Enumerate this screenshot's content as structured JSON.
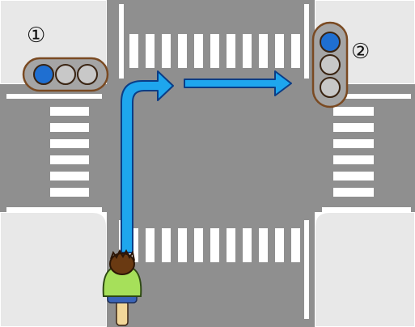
{
  "labels": {
    "signal_1": "①",
    "signal_2": "②"
  },
  "colors": {
    "road": "#8f8f8f",
    "sidewalk": "#e8e8e8",
    "crosswalk": "#ffffff",
    "signal_housing": "#a5a5a5",
    "signal_rim": "#7a4a22",
    "lamp_off": "#c8c8c8",
    "lamp_blue": "#1f6fd1",
    "arrow": "#1ea6ee",
    "arrow_outline": "#0b3d86",
    "cyclist_shirt": "#a6e05a",
    "cyclist_hair": "#6a3a12"
  },
  "icons": [
    "traffic-signal-icon",
    "route-arrow-icon",
    "cyclist-icon"
  ],
  "signals": [
    {
      "id": "1",
      "orientation": "horizontal",
      "lit_lamp": 1,
      "lit_color": "blue"
    },
    {
      "id": "2",
      "orientation": "vertical",
      "lit_lamp": 1,
      "lit_color": "blue"
    }
  ]
}
